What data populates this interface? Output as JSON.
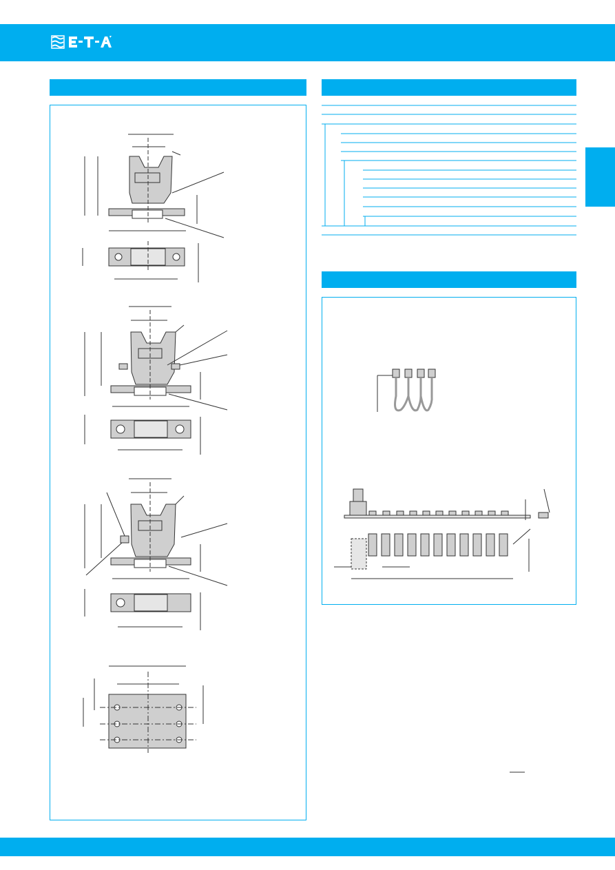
{
  "brand": {
    "logo_text": "E-T-A",
    "accent_color": "#00aeef"
  },
  "left_panel": {
    "header": "",
    "drawings": [
      "mounting-variant-1",
      "mounting-variant-2",
      "mounting-variant-3",
      "hole-pattern"
    ]
  },
  "right_panel": {
    "ordering_header": "",
    "ordering_rows": 14,
    "accessories_header": ""
  },
  "icons": {
    "logo": "eta-logo-icon"
  }
}
